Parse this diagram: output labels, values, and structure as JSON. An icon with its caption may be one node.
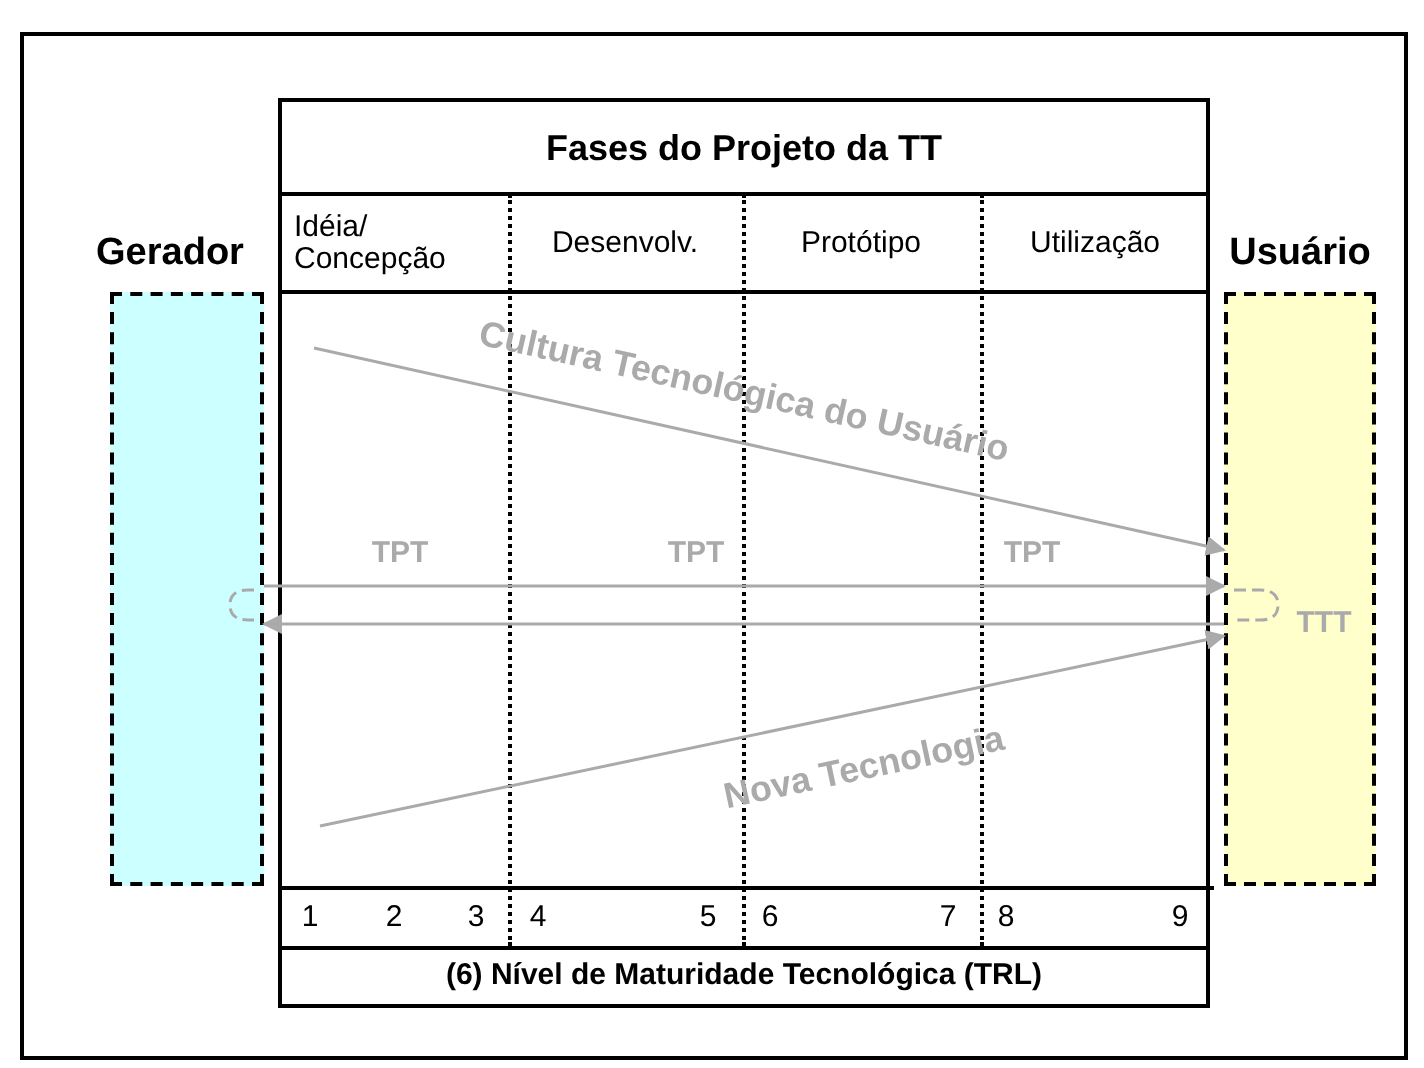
{
  "diagram": {
    "nodes": [
      {
        "text": [
          "Fases do Projeto da TT"
        ]
      },
      {
        "text": [
          "Gerador"
        ]
      },
      {
        "text": [
          "Usuário"
        ]
      },
      {
        "text": [
          "(6) Nível de Maturidade Tecnológica (TRL)"
        ]
      }
    ],
    "edges": [
      {
        "from": null,
        "to": 2,
        "arrow": "to",
        "label": "Cultura Tecnológica do Usuário"
      },
      {
        "from": 1,
        "to": 2,
        "arrow": "to"
      },
      {
        "from": 2,
        "to": 1,
        "arrow": "to"
      },
      {
        "from": null,
        "to": 2,
        "arrow": "to",
        "label": "Nova Tecnologia"
      }
    ],
    "labels": [
      "Idéia/ Concepção",
      "Desenvolv.",
      "Protótipo",
      "Utilização",
      "TPT",
      "TPT",
      "TPT",
      "TTT",
      "1",
      "2",
      "3",
      "4",
      "5",
      "6",
      "7",
      "8",
      "9"
    ]
  }
}
